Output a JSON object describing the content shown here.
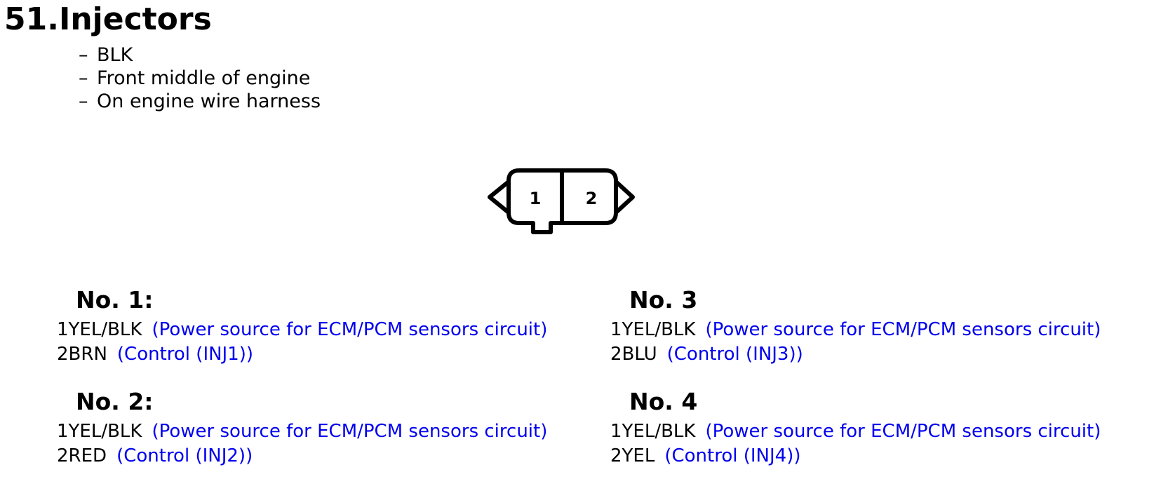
{
  "title": "51.Injectors",
  "notes": [
    "BLK",
    "Front middle of engine",
    "On engine wire harness"
  ],
  "note_dash": "–",
  "connector": {
    "pin_labels": [
      "1",
      "2"
    ]
  },
  "groups": [
    {
      "heading": "No. 1:",
      "pins": [
        {
          "wire": "1YEL/BLK",
          "desc": "(Power source for ECM/PCM sensors circuit)"
        },
        {
          "wire": "2BRN",
          "desc": "(Control (INJ1))"
        }
      ]
    },
    {
      "heading": "No. 2:",
      "pins": [
        {
          "wire": "1YEL/BLK",
          "desc": "(Power source for ECM/PCM sensors circuit)"
        },
        {
          "wire": "2RED",
          "desc": "(Control (INJ2))"
        }
      ]
    },
    {
      "heading": "No. 3",
      "pins": [
        {
          "wire": "1YEL/BLK",
          "desc": "(Power source for ECM/PCM sensors circuit)"
        },
        {
          "wire": "2BLU",
          "desc": "(Control (INJ3))"
        }
      ]
    },
    {
      "heading": "No. 4",
      "pins": [
        {
          "wire": "1YEL/BLK",
          "desc": "(Power source for ECM/PCM sensors circuit)"
        },
        {
          "wire": "2YEL",
          "desc": "(Control (INJ4))"
        }
      ]
    }
  ],
  "colors": {
    "text": "#000000",
    "description": "#0000ee",
    "background": "#ffffff"
  }
}
